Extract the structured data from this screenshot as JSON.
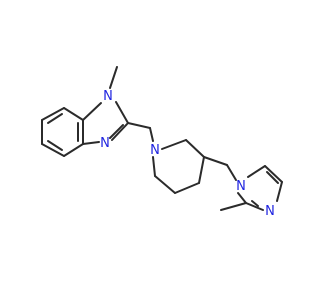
{
  "atoms": [
    {
      "name": "benzimidazole-n1",
      "element": "N",
      "color": "#1f24e0"
    },
    {
      "name": "benzimidazole-n3",
      "element": "N",
      "color": "#1f24e0"
    },
    {
      "name": "piperidine-n",
      "element": "N",
      "color": "#1f24e0"
    },
    {
      "name": "imidazole-n1",
      "element": "N",
      "color": "#1f24e0"
    },
    {
      "name": "imidazole-n3",
      "element": "N",
      "color": "#1f24e0"
    }
  ],
  "colors": {
    "bond": "#2b2b2b",
    "nitrogen": "#1f24e0",
    "background": "#ffffff"
  }
}
